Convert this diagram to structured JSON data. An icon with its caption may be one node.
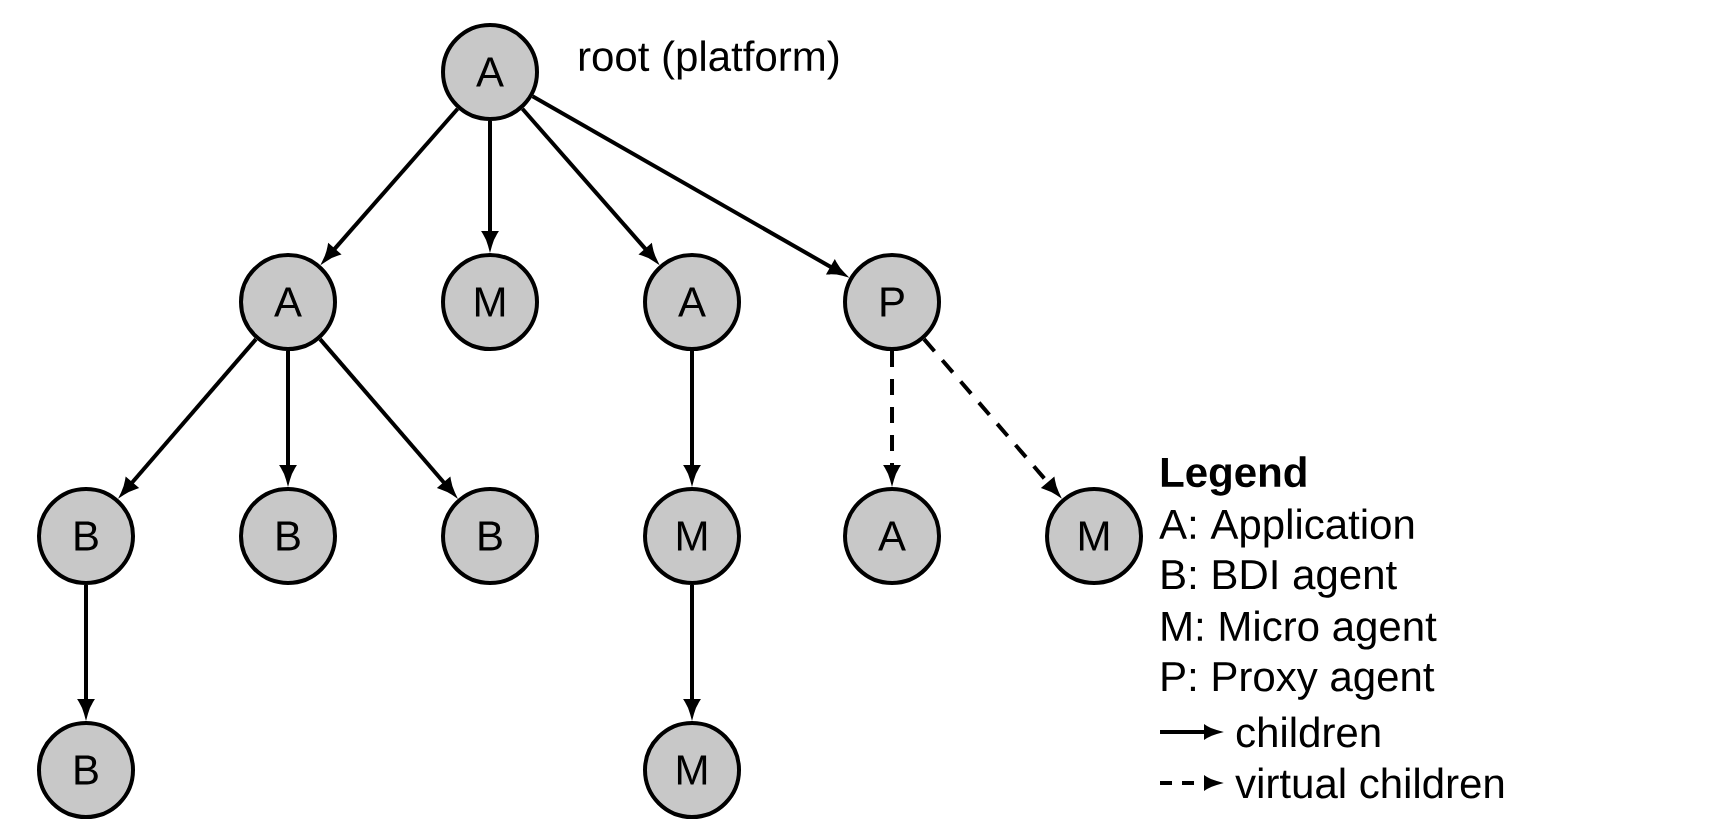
{
  "diagram": {
    "nodes": [
      {
        "text": [
          "A"
        ],
        "beside": [
          "root (platform)"
        ]
      },
      {
        "text": [
          "A"
        ]
      },
      {
        "text": [
          "M"
        ]
      },
      {
        "text": [
          "A"
        ]
      },
      {
        "text": [
          "P"
        ]
      },
      {
        "text": [
          "B"
        ]
      },
      {
        "text": [
          "B"
        ]
      },
      {
        "text": [
          "B"
        ]
      },
      {
        "text": [
          "M"
        ]
      },
      {
        "text": [
          "A"
        ]
      },
      {
        "text": [
          "M"
        ]
      },
      {
        "text": [
          "B"
        ]
      },
      {
        "text": [
          "M"
        ]
      }
    ],
    "edges": [
      {
        "from": 0,
        "to": 1,
        "arrow": "to"
      },
      {
        "from": 0,
        "to": 2,
        "arrow": "to"
      },
      {
        "from": 0,
        "to": 3,
        "arrow": "to"
      },
      {
        "from": 0,
        "to": 4,
        "arrow": "to"
      },
      {
        "from": 1,
        "to": 5,
        "arrow": "to"
      },
      {
        "from": 1,
        "to": 6,
        "arrow": "to"
      },
      {
        "from": 1,
        "to": 7,
        "arrow": "to"
      },
      {
        "from": 3,
        "to": 8,
        "arrow": "to"
      },
      {
        "from": 4,
        "to": 9,
        "arrow": "to",
        "style": "dashed"
      },
      {
        "from": 4,
        "to": 10,
        "arrow": "to",
        "style": "dashed"
      },
      {
        "from": 5,
        "to": 11,
        "arrow": "to"
      },
      {
        "from": 8,
        "to": 12,
        "arrow": "to"
      }
    ],
    "labels": [
      "Legend"
    ],
    "legend": [
      {
        "text": "A: Application"
      },
      {
        "text": "B: BDI agent"
      },
      {
        "text": "M: Micro agent"
      },
      {
        "text": "P: Proxy agent"
      },
      {
        "text": "children"
      },
      {
        "text": "virtual children"
      }
    ]
  }
}
